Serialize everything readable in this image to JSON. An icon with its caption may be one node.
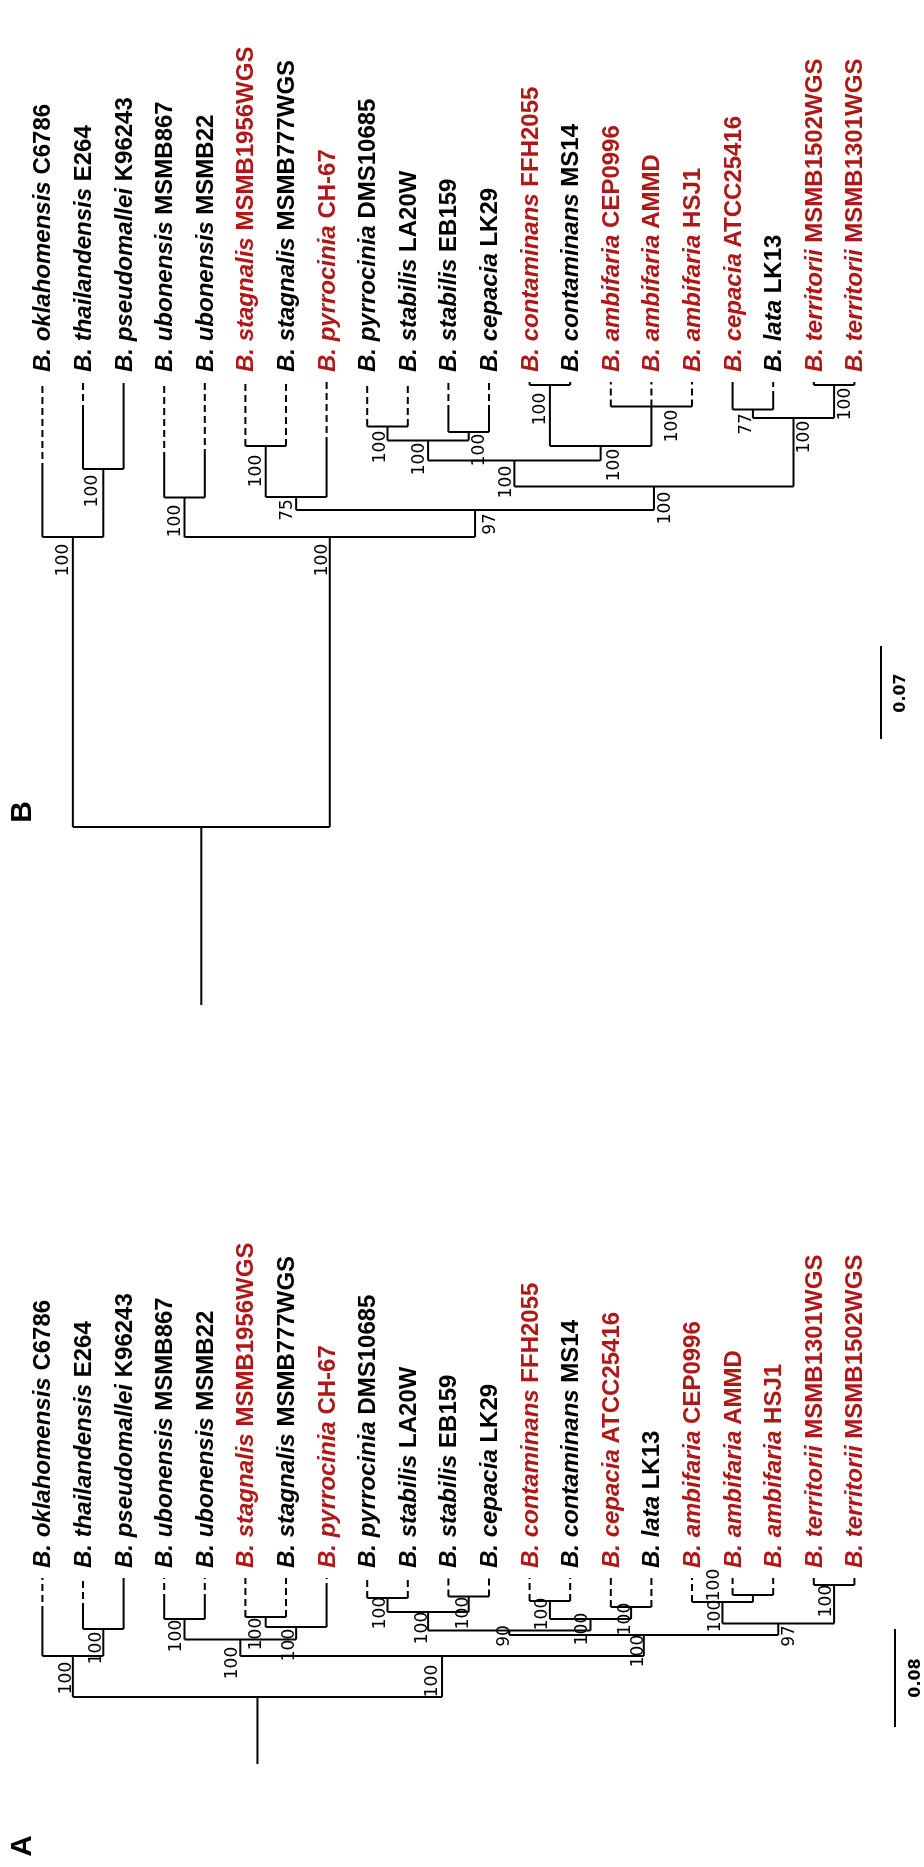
{
  "diagram": {
    "labels": [
      "A",
      "*B. oklahomensis* C6786",
      "*B. thailandensis* E264",
      "*B. pseudomallei* K96243",
      "*B. ubonensis* MSMB867",
      "*B. ubonensis* MSMB22",
      "*B. stagnalis* MSMB1956WGS",
      "*B. stagnalis* MSMB777WGS",
      "*B. pyrrocinia* CH-67",
      "*B. pyrrocinia* DMS10685",
      "*B. stabilis* LA20W",
      "*B. stabilis* EB159",
      "*B. cepacia* LK29",
      "*B. contaminans* FFH2055",
      "*B. contaminans* MS14",
      "*B. cepacia* ATCC25416",
      "*B. lata* LK13",
      "*B. ambifaria* CEP0996",
      "*B. ambifaria* AMMD",
      "*B. ambifaria* HSJ1",
      "*B. territorii* MSMB1301WGS",
      "*B. territorii* MSMB1502WGS",
      "100",
      "100",
      "100",
      "100",
      "100",
      "100",
      "100",
      "100",
      "100",
      "100",
      "90",
      "100",
      "100",
      "100",
      "100",
      "100",
      "100",
      "97",
      "100",
      "0.08",
      "B",
      "*B. oklahomensis* C6786",
      "*B. thailandensis* E264",
      "*B. pseudomallei* K96243",
      "*B. ubonensis* MSMB867",
      "*B. ubonensis* MSMB22",
      "*B. stagnalis* MSMB1956WGS",
      "*B. stagnalis* MSMB777WGS",
      "*B. pyrrocinia* CH-67",
      "*B. pyrrocinia* DMS10685",
      "*B. stabilis* LA20W",
      "*B. stabilis* EB159",
      "*B. cepacia* LK29",
      "*B. contaminans* FFH2055",
      "*B. contaminans* MS14",
      "*B. ambifaria* CEP0996",
      "*B. ambifaria* AMMD",
      "*B. ambifaria* HSJ1",
      "*B. cepacia* ATCC25416",
      "*B. lata* LK13",
      "*B. territorii* MSMB1502WGS",
      "*B. territorii* MSMB1301WGS",
      "100",
      "100",
      "100",
      "100",
      "75",
      "100",
      "100",
      "100",
      "100",
      "97",
      "100",
      "100",
      "100",
      "100",
      "100",
      "77",
      "100",
      "100",
      "0.07"
    ]
  }
}
